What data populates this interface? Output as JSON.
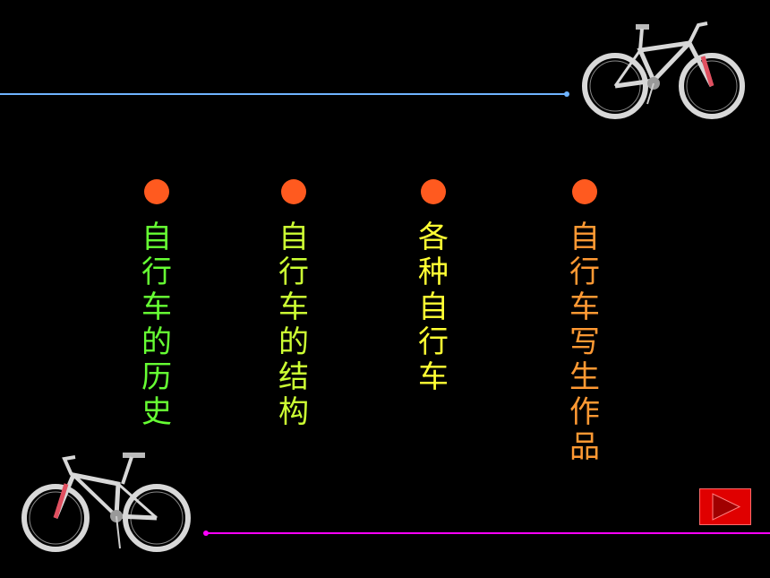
{
  "colors": {
    "background": "#000000",
    "top_line": "#6fb4ff",
    "bottom_line": "#ff00ff",
    "bullet": "#ff5a1f",
    "next_button": "#e00000"
  },
  "menu": {
    "items": [
      {
        "label": "自行车的历史",
        "color": "#66ff33"
      },
      {
        "label": "自行车的结构",
        "color": "#ccff33"
      },
      {
        "label": "各种自行车",
        "color": "#ffff33"
      },
      {
        "label": "自行车写生作品",
        "color": "#ff9933"
      }
    ]
  },
  "icons": {
    "top_bike": "bicycle-icon",
    "bottom_bike": "bicycle-icon",
    "next": "play-right-icon"
  }
}
